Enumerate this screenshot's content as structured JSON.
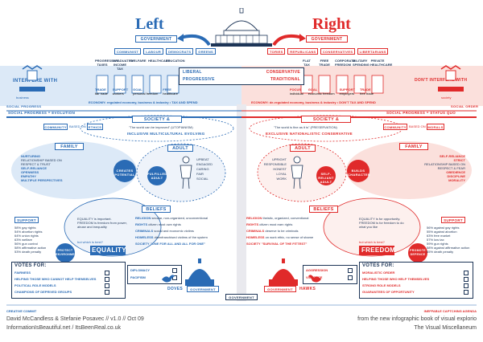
{
  "colors": {
    "left": "#2a6bb5",
    "right": "#e02a2a",
    "ink": "#1d3557",
    "light_blue": "#dce9f7",
    "light_red": "#fbe0dc"
  },
  "header": {
    "left_title": "Left",
    "right_title": "Right",
    "left_government": "GOVERNMENT",
    "right_government": "GOVERNMENT",
    "left_ideologies": [
      "COMMUNIST",
      "LABOUR",
      "DEMOCRATS",
      "GREENS"
    ],
    "right_ideologies": [
      "TORIES",
      "REPUBLICANS",
      "CONSERVATIVES",
      "LIBERTARIANS"
    ],
    "left_interfere": "INTERFERE WITH",
    "right_interfere": "DON'T INTERFERE WITH",
    "left_interfere_sub": "business",
    "right_interfere_sub": "society",
    "left_policy_labels": [
      "PROGRESSIVE TAXES",
      "GRADUATED INCOME TAX",
      "WELFARE",
      "HEALTHCARE",
      "EDUCATION"
    ],
    "right_policy_labels": [
      "FLAT TAX",
      "FREE TRADE",
      "CORPORATE FREEDOM",
      "MILITARY SPENDING",
      "PRIVATE HEALTHCARE"
    ],
    "center_words": [
      "LIBERAL",
      "PROGRESSIVE",
      "CONSERVATIVE",
      "TRADITIONAL"
    ],
    "left_focus": [
      {
        "k": "TRADE",
        "v": "fair trade"
      },
      {
        "k": "SUPPORT",
        "v": "workers"
      },
      {
        "k": "GOAL",
        "v": "personal freedom"
      },
      {
        "k": "FREE",
        "v": "healthcare"
      }
    ],
    "right_focus": [
      {
        "k": "FOCUS",
        "v": "individual"
      },
      {
        "k": "GOAL",
        "v": "economic freedom"
      },
      {
        "k": "SUPPORT",
        "v": "employers"
      },
      {
        "k": "TRADE",
        "v": "free trade"
      }
    ],
    "left_economy": "ECONOMY: regulated economy, business & industry • TAX AND SPEND",
    "right_economy": "ECONOMY: de-regulated economy, business & industry • DON'T TAX AND SPEND",
    "left_progress": "SOCIAL PROGRESS = EVOLUTION",
    "right_progress": "SOCIAL PROGRESS = STATUS QUO",
    "left_corner": "SOCIAL PROGRESS",
    "right_corner": "SOCIAL ORDER"
  },
  "society": {
    "left_label": "SOCIETY & CULTURE",
    "right_label": "SOCIETY & CULTURE",
    "left_quote": "\"The world can be improved\" (UTOPIANISM)",
    "right_quote": "\"The world is fine as it is\" (PRESERVATION)",
    "left_tags": "INCLUSIVE  MULTICULTURAL  EVOLVING",
    "right_tags": "EXCLUSIVE  NATIONALISTIC  CONSERVATIVE",
    "left_community": "COMMUNITY",
    "left_based_on": "BASED ON",
    "left_ethics": "ETHICS",
    "right_community": "COMMUNITY",
    "right_based_on": "BASED ON",
    "right_morals": "MORALS"
  },
  "family": {
    "left_label": "FAMILY",
    "right_label": "FAMILY",
    "left_items": [
      "NURTURING",
      "RELATIONSHIP BASED ON RESPECT & TRUST",
      "SELF-RELIANCE",
      "OPENNESS",
      "EMPATHY",
      "MULTIPLE PERSPECTIVES"
    ],
    "right_items": [
      "SELF-RELIANCE",
      "STRICT",
      "RELATIONSHIP BASED ON RESPECT & FEAR",
      "OBEDIENCE",
      "DISCIPLINE",
      "MORALITY"
    ],
    "left_center": "CREATES POTENTIAL",
    "right_center": "BUILDS CHARACTER"
  },
  "adult": {
    "left_label": "ADULT",
    "right_label": "ADULT",
    "left_center": "FULFILLED ADULT",
    "right_center": "SELF-RELIANT ADULT",
    "left_items": [
      "UPBEAT",
      "ENGAGED",
      "CARING",
      "FAIR",
      "SOCIAL"
    ],
    "right_items": [
      "UPRIGHT",
      "RESPONSIBLE",
      "HONEST",
      "LOYAL",
      "WORK"
    ]
  },
  "beliefs": {
    "left_label": "BELIEFS",
    "right_label": "BELIEFS",
    "left_rows": [
      {
        "k": "RELIGION",
        "v": "secular, non-organized, unconventional"
      },
      {
        "k": "RIGHTS",
        "v": "citizen must own rights"
      },
      {
        "k": "CRIMINALS",
        "v": "social and economic victims"
      },
      {
        "k": "HOMELESS",
        "v": "disenfranchised victims of the system"
      },
      {
        "k": "SOCIETY",
        "v": "\"ONE FOR ALL AND ALL FOR ONE\""
      }
    ],
    "right_rows": [
      {
        "k": "RELIGION",
        "v": "theistic, organized, conventional"
      },
      {
        "k": "RIGHTS",
        "v": "citizen must earn rights"
      },
      {
        "k": "CRIMINALS",
        "v": "deserve to be criminals"
      },
      {
        "k": "HOMELESS",
        "v": "on work ethic, no sense of shame"
      },
      {
        "k": "SOCIETY",
        "v": "\"SURVIVAL OF THE FITTEST\""
      }
    ],
    "left_equality": "EQUALITY",
    "left_equality_note": "EQUALITY is important. FREEDOM is freedom from power, abuse and inequality",
    "left_equality_sub": "but which is best?",
    "right_freedom": "FREEDOM",
    "right_freedom_note": "EQUALITY is for opportunity. FREEDOM is for freedom to do what you like",
    "right_freedom_sub": "but which is best?",
    "left_protect": "PROTECT ENVIRONMENT",
    "right_protect": "PROMOTE DEFENCE"
  },
  "support": {
    "left_label": "SUPPORT",
    "right_label": "SUPPORT",
    "left_items": [
      "58% gay rights",
      "54% abortion rights",
      "64% union rights",
      "63% welfare",
      "56% gun control",
      "58% affirmative action",
      "53% death penalty"
    ],
    "right_items": [
      "56% against gay rights",
      "55% against abortion",
      "63% free market",
      "57% low tax",
      "59% gun rights",
      "58% against affirmative action",
      "65% death penalty"
    ]
  },
  "votes": {
    "left_label": "VOTES FOR:",
    "right_label": "VOTES FOR:",
    "left_items": [
      "FAIRNESS",
      "HELPING THOSE WHO CANNOT HELP THEMSELVES",
      "POLITICAL ROLE MODELS",
      "CHAMPIONS OF DEPRIVED GROUPS"
    ],
    "left_items_b": [
      "DIPLOMACY",
      "PACIFISM"
    ],
    "right_items": [
      "AGGRESSION",
      "VIOLENCE"
    ],
    "right_items_b": [
      "MORALISTIC ORDER",
      "HELPING THOSE WHO HELP THEMSELVES",
      "STRONG ROLE MODELS",
      "GUARANTEES OF OPPORTUNITY"
    ],
    "left_bird": "DOVES",
    "right_bird": "HAWKS",
    "left_gov": "GOVERNMENT",
    "right_gov": "GOVERNMENT",
    "center_gov": "GOVERNMENT"
  },
  "footer": {
    "left_kicker": "CREATIVE COMMIT",
    "left_line1": "David McCandless & Stefanie Posavec // v1.0 // Oct 09",
    "left_line2": "InformationIsBeautiful.net / ItsBeenReal.co.uk",
    "right_kicker": "INEFFABLE CAPTCHING AGENDA",
    "right_line1": "from the new infographic book of visual explorio",
    "right_line2": "The Visual Miscellaneum"
  }
}
